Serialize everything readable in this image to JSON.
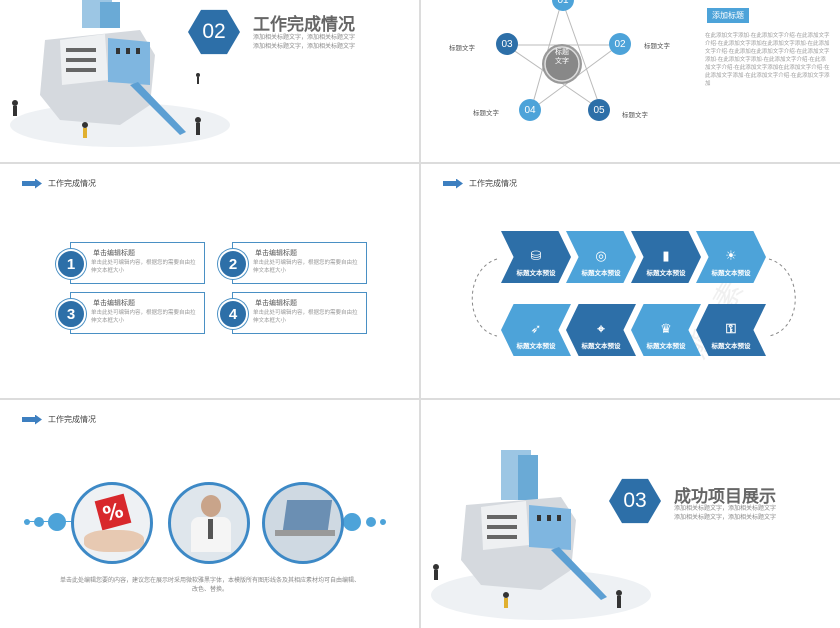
{
  "section2": {
    "number": "02",
    "title": "工作完成情况",
    "subtitles": [
      "添加相关标题文字，添加相关标题文字",
      "添加相关标题文字，添加相关标题文字"
    ]
  },
  "star": {
    "center": "标题\n文字",
    "nodes": [
      {
        "num": "01",
        "label": ""
      },
      {
        "num": "02",
        "label": "标题文字"
      },
      {
        "num": "03",
        "label": "标题文字"
      },
      {
        "num": "04",
        "label": "标题文字"
      },
      {
        "num": "05",
        "label": "标题文字"
      }
    ],
    "add_title": "添加标题",
    "body": "在此添加文字添加·在此添加文字介绍·在此添加文字介绍·在此添加文字添加在此添加文字添加·在此添加文字介绍·在此添加在此添加文字介绍·在此添加文字添加·在此添加文字添加·在此添加文字介绍·在此添加文字介绍·在此添加文字添加在此添加文字介绍·在此添加文字添加·在此添加文字介绍·在此添加文字添加"
  },
  "header_label": "工作完成情况",
  "cards": [
    {
      "num": "1",
      "title": "单击编辑标题",
      "text": "单击此处可编辑内容，根据您的需要自由拉伸文本框大小"
    },
    {
      "num": "2",
      "title": "单击编辑标题",
      "text": "单击此处可编辑内容，根据您的需要自由拉伸文本框大小"
    },
    {
      "num": "3",
      "title": "单击编辑标题",
      "text": "单击此处可编辑内容，根据您的需要自由拉伸文本框大小"
    },
    {
      "num": "4",
      "title": "单击编辑标题",
      "text": "单击此处可编辑内容，根据您的需要自由拉伸文本框大小"
    }
  ],
  "process": {
    "label": "标题文本预设",
    "top_icons": [
      "coins-icon",
      "target-icon",
      "bar-chart-icon",
      "lightbulb-icon"
    ],
    "bottom_icons": [
      "rocket-icon",
      "location-pin-icon",
      "trophy-icon",
      "lock-icon"
    ],
    "top_glyphs": [
      "⛁",
      "◎",
      "▮",
      "☀"
    ],
    "bottom_glyphs": [
      "➶",
      "⌖",
      "♛",
      "⚿"
    ],
    "colors": [
      "#2d6fa8",
      "#4da3d9"
    ]
  },
  "photos_caption": "单击此处编辑您要的内容，建议您在展示时采用微软雅黑字体，本模版所有图形线条及其相应素材均可自由编辑、改色、替换。",
  "photos": [
    "percent-cube-photo",
    "businessman-photo",
    "laptop-photo"
  ],
  "section3": {
    "number": "03",
    "title": "成功项目展示",
    "subtitles": [
      "添加相关标题文字，添加相关标题文字",
      "添加相关标题文字，添加相关标题文字"
    ]
  },
  "watermark": "熊元素",
  "accent": "#2d6fa8",
  "accent_light": "#4da3d9"
}
